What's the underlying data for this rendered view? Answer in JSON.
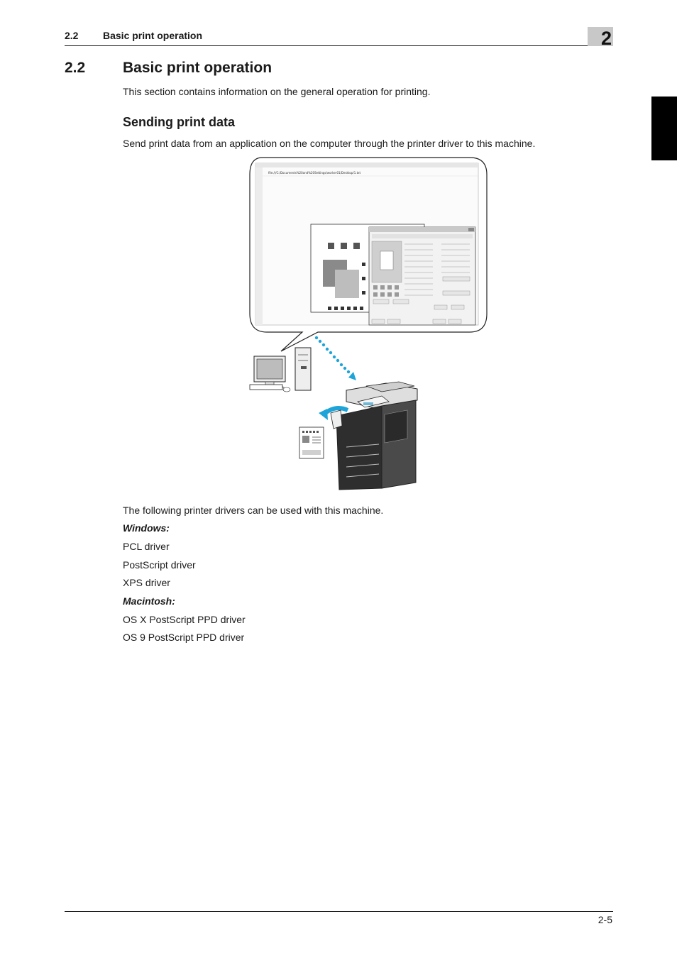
{
  "header": {
    "section_number": "2.2",
    "section_title": "Basic print operation",
    "chapter_number": "2"
  },
  "section": {
    "number": "2.2",
    "title": "Basic print operation",
    "intro": "This section contains information on the general operation for printing."
  },
  "subsection": {
    "title": "Sending print data",
    "text": "Send print data from an application on the computer through the printer driver to this machine."
  },
  "illustration": {
    "address_bar_text": "file:///C:/Documents%20and%20Settings/worker01/Desktop/1.txt"
  },
  "drivers": {
    "intro": "The following printer drivers can be used with this machine.",
    "windows_label": "Windows:",
    "windows": [
      "PCL driver",
      "PostScript driver",
      "XPS driver"
    ],
    "mac_label": "Macintosh:",
    "mac": [
      "OS X PostScript PPD driver",
      "OS 9 PostScript PPD driver"
    ]
  },
  "footer": {
    "page_number": "2-5"
  },
  "colors": {
    "text": "#1a1a1a",
    "chapter_box": "#c8c8c8",
    "chapter_tab": "#000000",
    "arrow_blue": "#1ea4d8"
  }
}
